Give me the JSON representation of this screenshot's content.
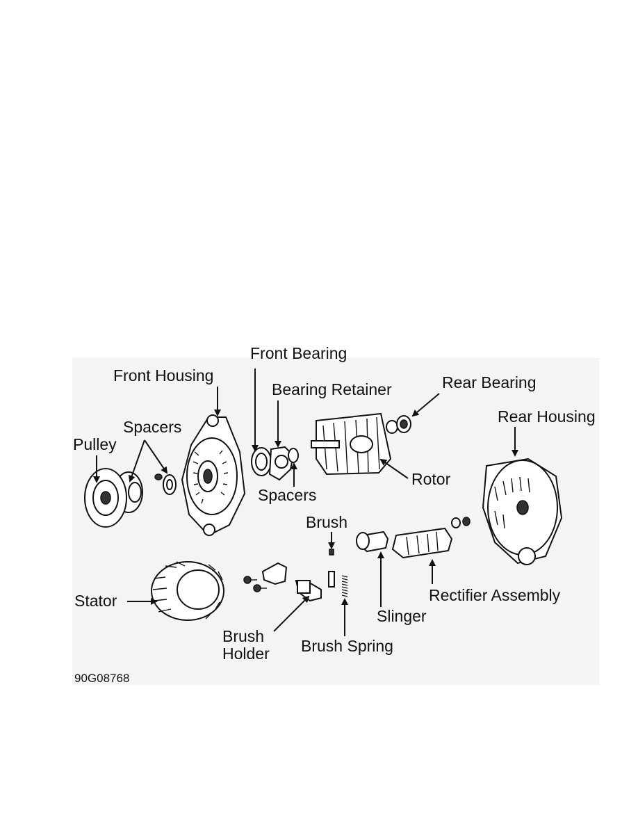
{
  "labels": {
    "front_bearing": "Front Bearing",
    "front_housing": "Front Housing",
    "bearing_retainer": "Bearing Retainer",
    "rear_bearing": "Rear Bearing",
    "spacers_left": "Spacers",
    "rear_housing": "Rear Housing",
    "pulley": "Pulley",
    "rotor": "Rotor",
    "spacers_center": "Spacers",
    "brush": "Brush",
    "stator": "Stator",
    "rectifier_assembly": "Rectifier Assembly",
    "slinger": "Slinger",
    "brush_holder_line1": "Brush",
    "brush_holder_line2": "Holder",
    "brush_spring": "Brush Spring"
  },
  "figure_code": "90G08768"
}
